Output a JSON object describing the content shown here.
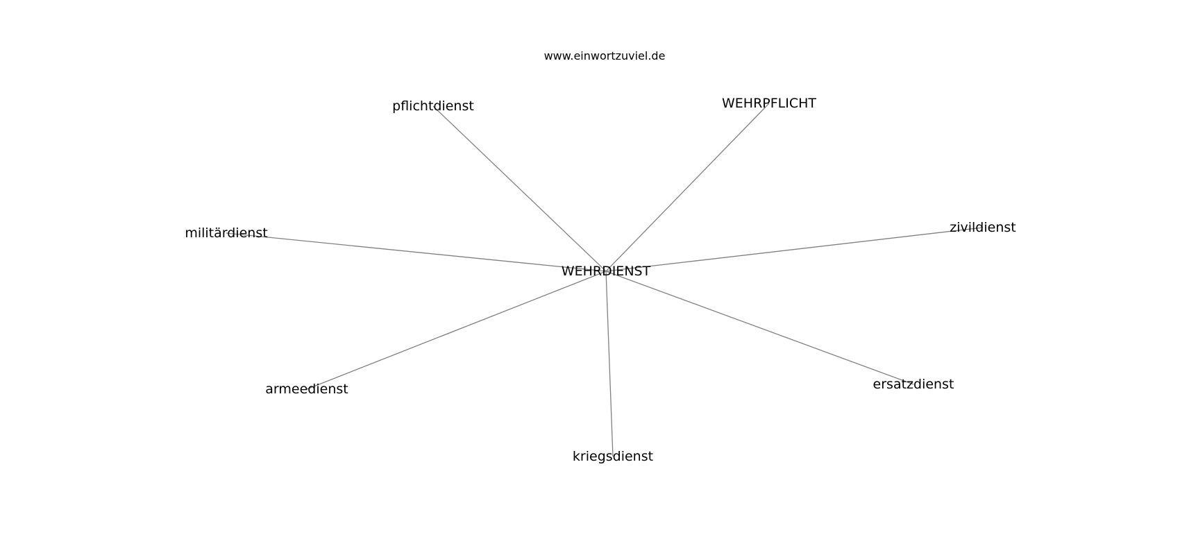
{
  "header": {
    "site": "www.einwortzuviel.de"
  },
  "graph": {
    "center": "WEHRDIENST",
    "nodes": [
      "WEHRDIENST",
      "pflichtdienst",
      "WEHRPFLICHT",
      "militärdienst",
      "zivildienst",
      "armeedienst",
      "ersatzdienst",
      "kriegsdienst"
    ],
    "edges": [
      [
        "WEHRDIENST",
        "pflichtdienst"
      ],
      [
        "WEHRDIENST",
        "WEHRPFLICHT"
      ],
      [
        "WEHRDIENST",
        "militärdienst"
      ],
      [
        "WEHRDIENST",
        "zivildienst"
      ],
      [
        "WEHRDIENST",
        "armeedienst"
      ],
      [
        "WEHRDIENST",
        "ersatzdienst"
      ],
      [
        "WEHRDIENST",
        "kriegsdienst"
      ]
    ],
    "edge_color": "#808080"
  }
}
